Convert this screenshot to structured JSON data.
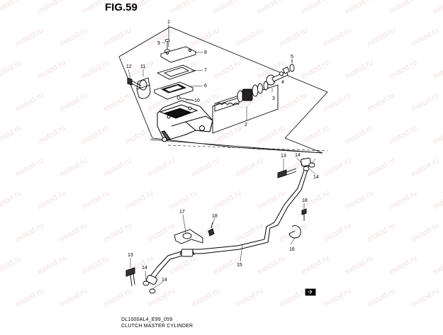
{
  "figure": {
    "title": "FIG.59"
  },
  "caption": {
    "code": "DL1000AL4_E99_059",
    "name": "CLUTCH MASTER CYLINDER"
  },
  "watermark": {
    "text": "motod.ru",
    "color": "#e9c7c7"
  },
  "callouts": {
    "c1": "1",
    "c2": "2",
    "c3": "3",
    "c4": "4",
    "c5": "5",
    "c6": "6",
    "c7": "7",
    "c8": "8",
    "c9": "9",
    "c10": "10",
    "c11": "11",
    "c12": "12",
    "c13a": "13",
    "c13b": "13",
    "c14a": "14",
    "c14b": "14",
    "c14c": "14",
    "c14d": "14",
    "c15": "15",
    "c16": "16",
    "c17": "17",
    "c18a": "18",
    "c18b": "18"
  }
}
